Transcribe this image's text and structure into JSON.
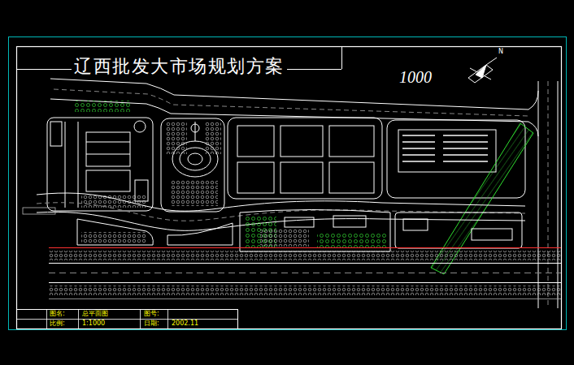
{
  "diagram": {
    "title": "辽西批发大市场规划方案",
    "labels": [
      "1000",
      "N",
      "图名:",
      "总平面图",
      "图号:",
      "比例:",
      "1:1000",
      "日期:",
      "2002.11"
    ]
  }
}
